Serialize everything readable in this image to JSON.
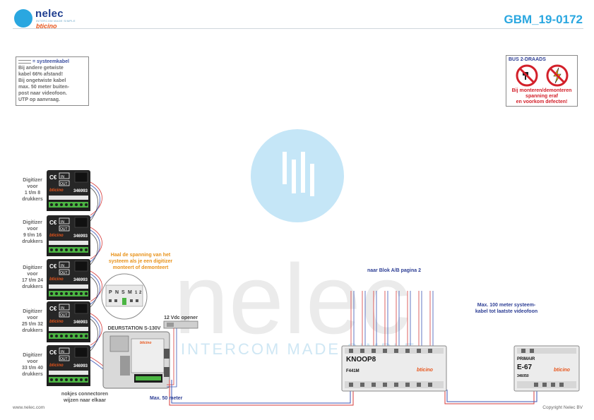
{
  "header": {
    "logo_name": "nelec",
    "logo_tagline": "INTERCOM MADE SIMPLE",
    "logo_brand": "bticino",
    "doc_code": "GBM_19-0172"
  },
  "note_box": {
    "title": "= systeemkabel",
    "lines": [
      "Bij andere getwiste",
      "kabel 66% afstand!",
      "Bij ongetwiste kabel",
      "max. 50 meter buiten-",
      "post naar videofoon.",
      "UTP op aanvraag."
    ]
  },
  "warning_box": {
    "title": "BUS 2-DRAADS",
    "lines": [
      "Bij monteren/demonteren",
      "spanning eraf",
      "en voorkom defecten!"
    ]
  },
  "digitizers": [
    {
      "label": [
        "Digitizer",
        "voor",
        "1 t/m 8",
        "drukkers"
      ],
      "code": "346993"
    },
    {
      "label": [
        "Digitizer",
        "voor",
        "9 t/m 16",
        "drukkers"
      ],
      "code": "346993"
    },
    {
      "label": [
        "Digitizer",
        "voor",
        "17 t/m 24",
        "drukkers"
      ],
      "code": "346993"
    },
    {
      "label": [
        "Digitizer",
        "voor",
        "25 t/m 32",
        "drukkers"
      ],
      "code": "346993"
    },
    {
      "label": [
        "Digitizer",
        "voor",
        "33 t/m 40",
        "drukkers"
      ],
      "code": "346993"
    }
  ],
  "module_text": {
    "ce": "C€",
    "in": "IN",
    "out": "OUT",
    "brand": "bticino"
  },
  "zoom": {
    "note": [
      "Haal de spanning van het",
      "systeem als je een digitizer",
      "monteert of demonteert"
    ],
    "terminals": [
      "P",
      "N",
      "S",
      "M",
      "1",
      "2"
    ]
  },
  "door_station": {
    "label": "DEURSTATION S-130V"
  },
  "opener": {
    "label": "12 Vdc opener"
  },
  "knoop": {
    "title": "KNOOP8",
    "code": "F441M",
    "brand": "bticino",
    "top_note": "naar Blok A/B pagina 2"
  },
  "max_100": [
    "Max. 100 meter systeem-",
    "kabel tot laatste videofoon"
  ],
  "monitor_unit": {
    "top": "PRIMAIR",
    "model": "E-67",
    "code": "346050",
    "brand": "bticino"
  },
  "max_50": "Max. 50 meter",
  "nokjes": [
    "nokjes connectoren",
    "wijzen naar elkaar"
  ],
  "footer": {
    "left": "www.nelec.com",
    "right": "Copyright Nelec BV"
  },
  "watermark": {
    "word": "nelec",
    "tag": "INTERCOM MADE SIMPLE"
  },
  "colors": {
    "accent_blue": "#2aa7e0",
    "brand_orange": "#e8541a",
    "label_blue": "#2e3f95",
    "warning_red": "#d3202a",
    "wire_red": "#d63b3b",
    "wire_blue": "#3b56b4",
    "module_dark": "#262626",
    "terminal_green": "#4bb543"
  }
}
